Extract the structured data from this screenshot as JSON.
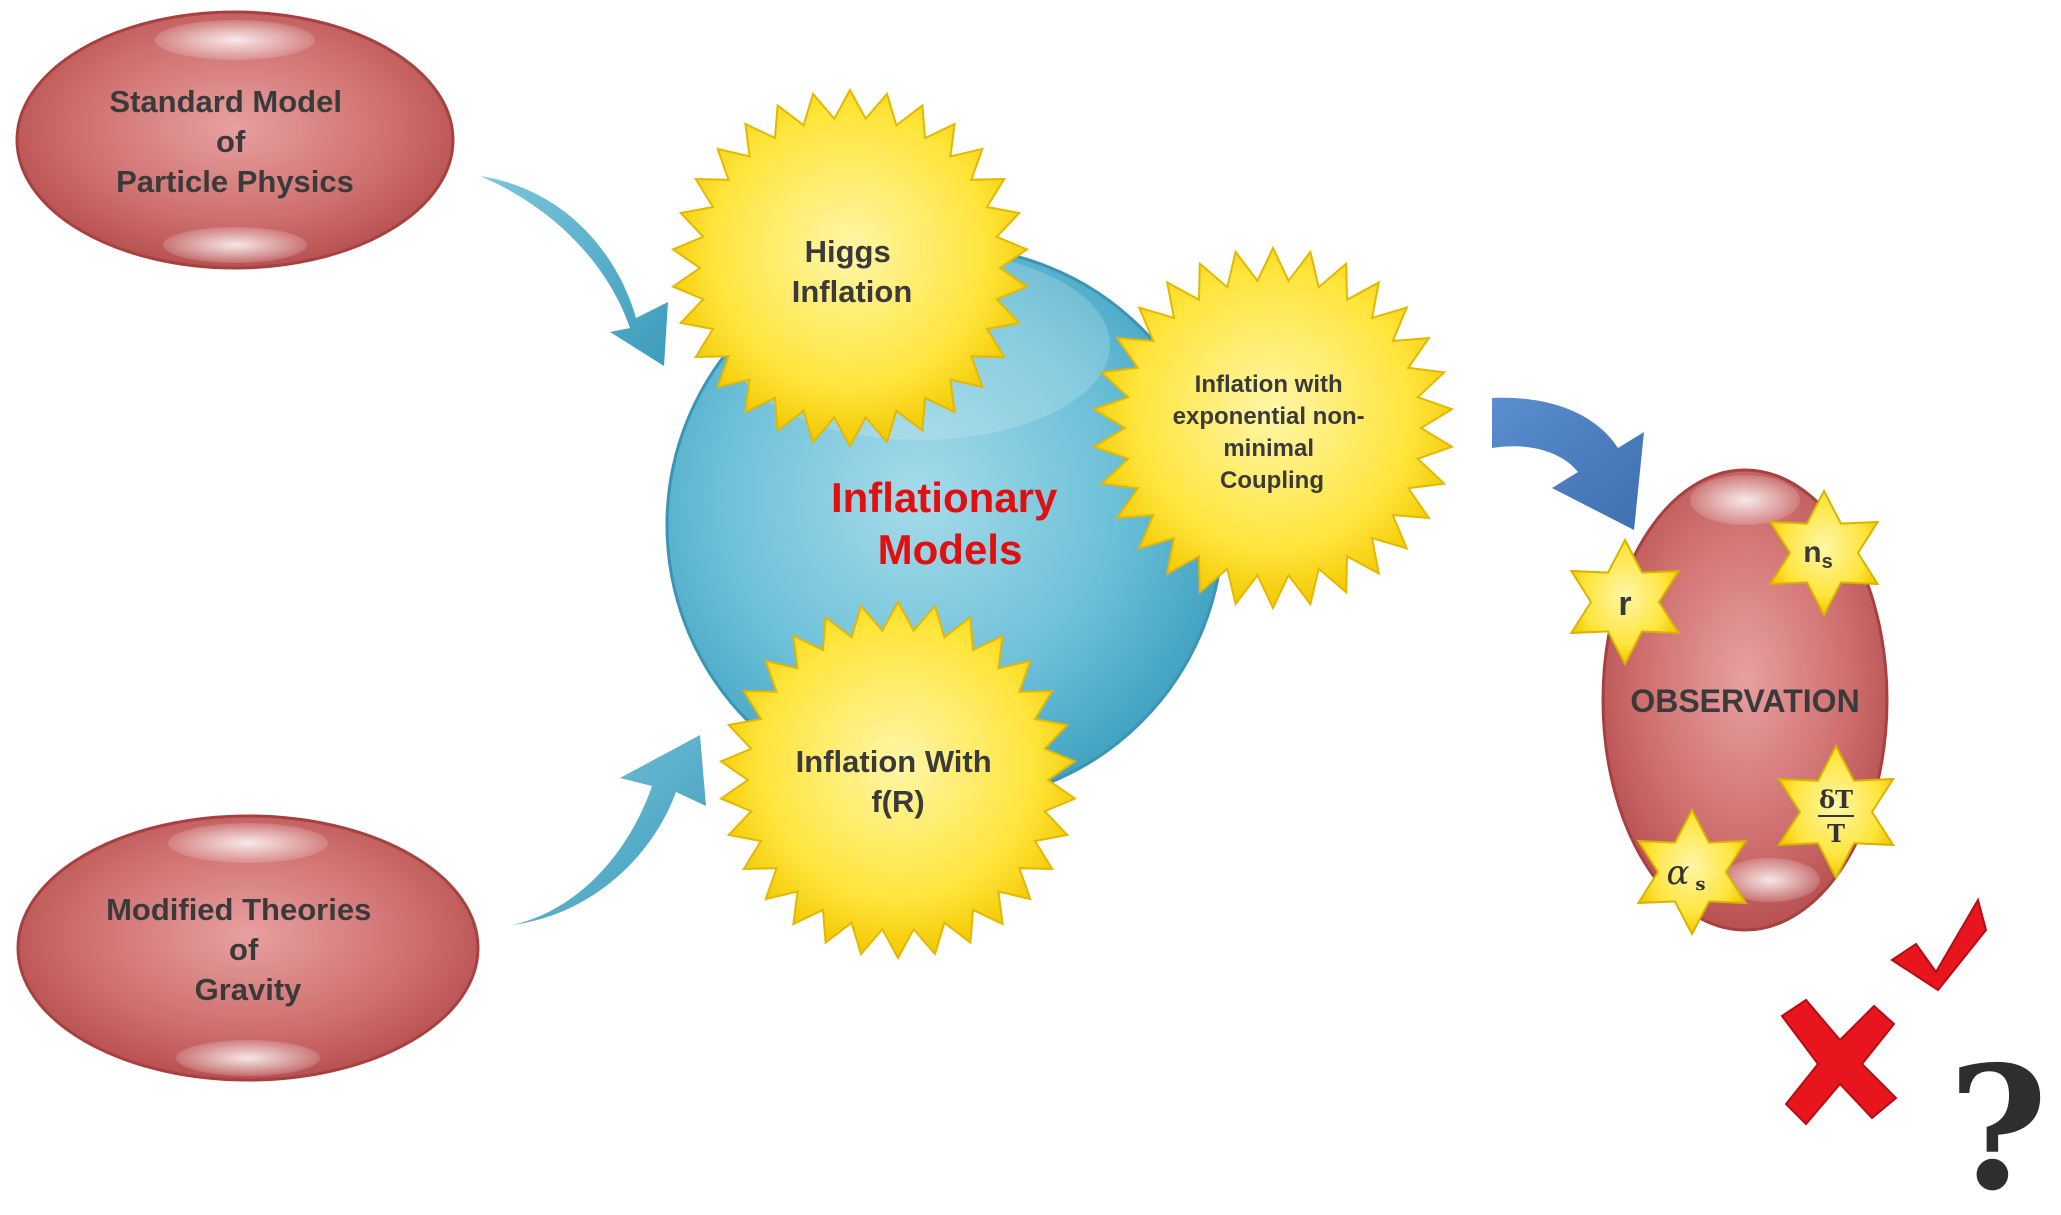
{
  "colors": {
    "ellipse_red": "#c96060",
    "bubble_blue": "#5ab5cf",
    "burst_yellow": "#ffe23a",
    "arrow_teal": "#4aa8c6",
    "arrow_blue": "#4a7fc0",
    "title_red": "#e01010",
    "check_red": "#e8141e"
  },
  "sources": {
    "standard_model": [
      "Standard Model",
      "of",
      "Particle Physics"
    ],
    "modified_gravity": [
      "Modified Theories",
      "of",
      "Gravity"
    ]
  },
  "center": {
    "title": [
      "Inflationary",
      "Models"
    ]
  },
  "models": {
    "higgs": [
      "Higgs",
      "Inflation"
    ],
    "exponential": [
      "Inflation with",
      "exponential non-",
      "minimal",
      "Coupling"
    ],
    "fr": [
      "Inflation With",
      "f(R)"
    ]
  },
  "observation": {
    "label": "OBSERVATION",
    "params": {
      "r": "r",
      "ns_base": "n",
      "ns_sub": "s",
      "alpha_base": "α",
      "alpha_sub": "s",
      "dT_num": "δT",
      "dT_den": "T"
    }
  },
  "verdicts": {
    "question": "?",
    "icons": [
      "check-mark-icon",
      "cross-mark-icon",
      "question-mark-icon"
    ]
  }
}
